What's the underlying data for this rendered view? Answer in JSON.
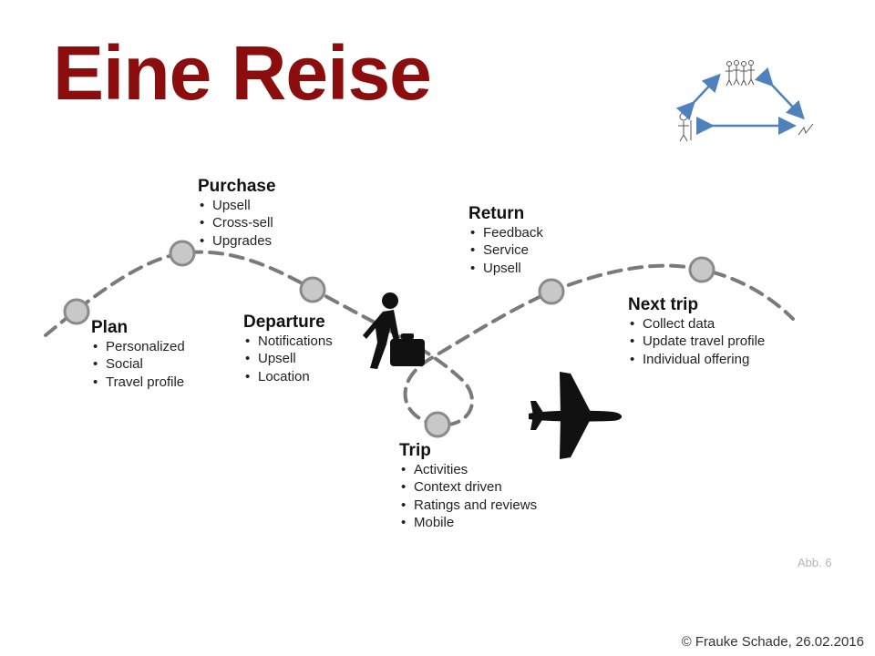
{
  "title": "Eine Reise",
  "colors": {
    "title": "#8b0d0d",
    "path": "#7a7a7a",
    "node_fill": "#c8c8c8",
    "arrow": "#4f81bd"
  },
  "stages": [
    {
      "name": "Plan",
      "items": [
        "Personalized",
        "Social",
        "Travel profile"
      ]
    },
    {
      "name": "Purchase",
      "items": [
        "Upsell",
        "Cross-sell",
        "Upgrades"
      ]
    },
    {
      "name": "Departure",
      "items": [
        "Notifications",
        "Upsell",
        "Location"
      ]
    },
    {
      "name": "Trip",
      "items": [
        "Activities",
        "Context driven",
        "Ratings and reviews",
        "Mobile"
      ]
    },
    {
      "name": "Return",
      "items": [
        "Feedback",
        "Service",
        "Upsell"
      ]
    },
    {
      "name": "Next trip",
      "items": [
        "Collect data",
        "Update travel profile",
        "Individual offering"
      ]
    }
  ],
  "icons": {
    "traveler": "traveler-with-suitcase-icon",
    "plane": "airplane-icon",
    "cycle": "stakeholder-cycle-icon"
  },
  "figure_label": "Abb. 6",
  "copyright": "© Frauke Schade, 26.02.2016"
}
